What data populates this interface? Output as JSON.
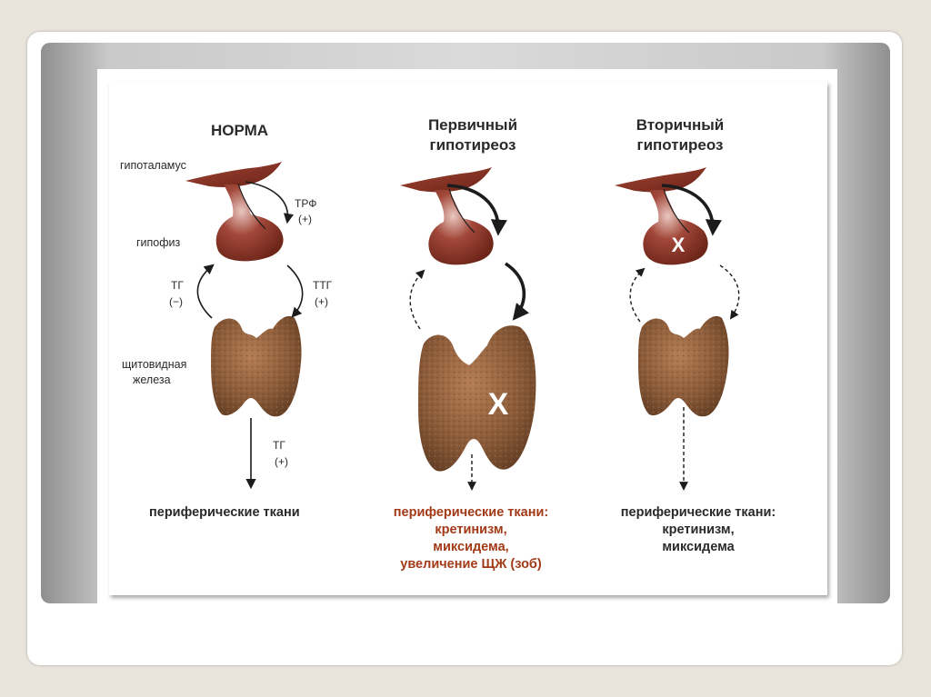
{
  "colors": {
    "organ": "#8e3a2c",
    "thyroid": "#8a5a38",
    "highlight": "#a33a17",
    "text": "#2a2a2a"
  },
  "columns": {
    "norm": {
      "title": "НОРМА",
      "hypothalamus_label": "гипоталамус",
      "pituitary_label": "гипофиз",
      "thyroid_label_1": "щитовидная",
      "thyroid_label_2": "железа",
      "trf_label": "ТРФ",
      "trf_sign": "(+)",
      "tg_feedback_label": "ТГ",
      "tg_feedback_sign": "(−)",
      "ttg_label": "ТТГ",
      "ttg_sign": "(+)",
      "tg_output_label": "ТГ",
      "tg_output_sign": "(+)",
      "tissue_label": "периферические ткани"
    },
    "primary": {
      "title_1": "Первичный",
      "title_2": "гипотиреоз",
      "block_mark": "X",
      "tissue_1": "периферические ткани:",
      "tissue_2": "кретинизм,",
      "tissue_3": "миксидема,",
      "tissue_4": "увеличение ЩЖ (зоб)"
    },
    "secondary": {
      "title_1": "Вторичный",
      "title_2": "гипотиреоз",
      "block_mark": "X",
      "tissue_1": "периферические ткани:",
      "tissue_2": "кретинизм,",
      "tissue_3": "миксидема"
    }
  }
}
